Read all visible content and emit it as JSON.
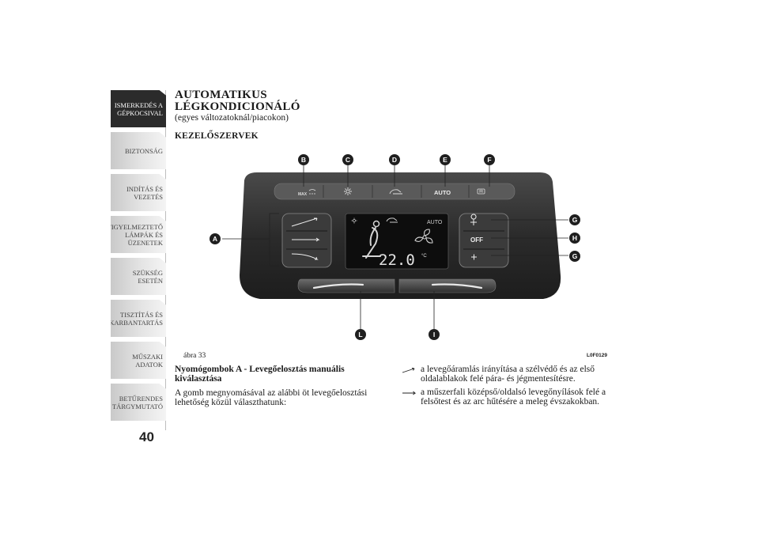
{
  "sidebar": {
    "tabs": [
      {
        "label": "ISMERKEDÉS A GÉPKOCSIVAL",
        "active": true
      },
      {
        "label": "BIZTONSÁG",
        "active": false
      },
      {
        "label": "INDÍTÁS ÉS VEZETÉS",
        "active": false
      },
      {
        "label": "FIGYELMEZTETŐ LÁMPÁK ÉS ÜZENETEK",
        "active": false
      },
      {
        "label": "SZÜKSÉG ESETÉN",
        "active": false
      },
      {
        "label": "TISZTÍTÁS ÉS KARBANTARTÁS",
        "active": false
      },
      {
        "label": "MŰSZAKI ADATOK",
        "active": false
      },
      {
        "label": "BETŰRENDES TÁRGYMUTATÓ",
        "active": false
      }
    ],
    "page_number": "40"
  },
  "header": {
    "title_line1": "AUTOMATIKUS",
    "title_line2": "LÉGKONDICIONÁLÓ",
    "subtitle": "(egyes változatoknál/piacokon)",
    "section": "KEZELŐSZERVEK"
  },
  "figure": {
    "caption": "ábra 33",
    "code": "L0F0129",
    "callouts": [
      "A",
      "B",
      "C",
      "D",
      "E",
      "F",
      "G",
      "H",
      "G",
      "L",
      "I"
    ],
    "buttons": {
      "max": "MAX",
      "auto": "AUTO",
      "off": "OFF"
    },
    "display": {
      "auto": "AUTO",
      "temperature": "22.0",
      "unit": "°C"
    }
  },
  "body": {
    "left_heading": "Nyomógombok A - Levegőelosztás manuális kiválasztása",
    "left_text": "A gomb megnyomásával az alábbi öt levegőelosztási lehetőség közül választhatunk:",
    "items": [
      {
        "icon": "windshield-airflow-icon",
        "text": "a levegőáramlás irányítása a szélvédő és az első oldalablakok felé pára- és jégmentesítésre."
      },
      {
        "icon": "dashboard-airflow-icon",
        "text": "a műszerfali középső/oldalsó levegőnyílások felé a felsőtest és az arc hűtésére a meleg évszakokban."
      }
    ]
  },
  "colors": {
    "callout": "#1f1f1f",
    "panel": "#2a2a2a",
    "active_tab": "#2b2b2b"
  }
}
